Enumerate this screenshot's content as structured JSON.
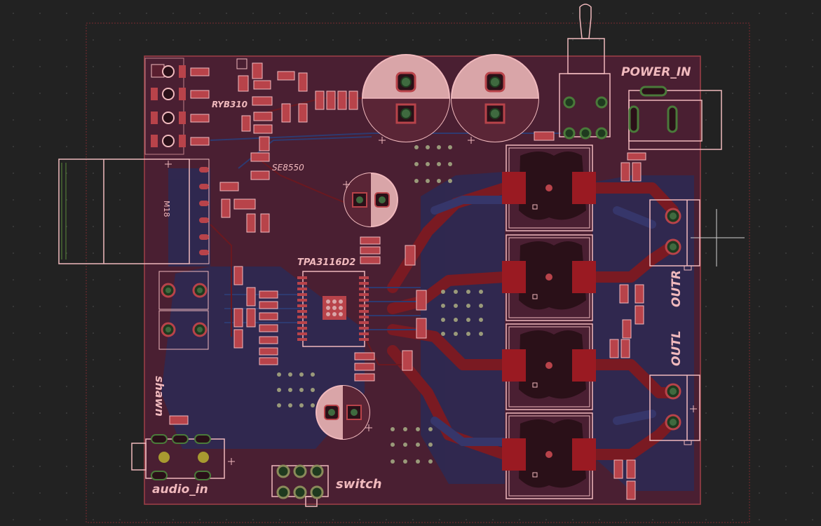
{
  "board": {
    "silkscreen": {
      "power_in": "POWER_IN",
      "ryb310": "RYB310",
      "se8550": "SE8550",
      "m18": "M18",
      "tpa": "TPA3116D2",
      "outr": "OUTR",
      "outl": "OUTL",
      "shawn": "shawn",
      "audio_in": "audio_in",
      "switch": "switch"
    }
  },
  "colors": {
    "background": "#222222",
    "board_fill": "#4a1f32",
    "copper_top": "#7a1a22",
    "copper_bottom": "#2a2a52",
    "silkscreen": "#f0b9bd",
    "pad": "#b8434a",
    "via_plated": "#9a9a7a",
    "hole_green": "#1f4a1f",
    "outline": "#8a3038"
  }
}
